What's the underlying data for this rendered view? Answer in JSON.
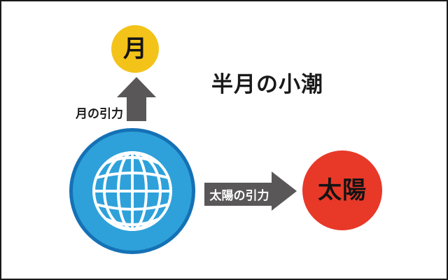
{
  "diagram": {
    "title": "半月の小潮",
    "moon": {
      "label": "月"
    },
    "sun": {
      "label": "太陽"
    },
    "earth": {
      "icon": "globe-grid"
    },
    "moon_gravity": {
      "label": "月の引力"
    },
    "sun_gravity": {
      "label": "太陽の引力"
    },
    "colors": {
      "moon_yellow": "#F3C31A",
      "sun_red": "#E83828",
      "earth_fill": "#2EA1DA",
      "earth_border": "#1571B5",
      "globe_lines": "#FFFFFF",
      "arrow_gray": "#595757",
      "label_on_arrow_text": "#FFFFFF",
      "text_black": "#1A1A1A"
    }
  }
}
